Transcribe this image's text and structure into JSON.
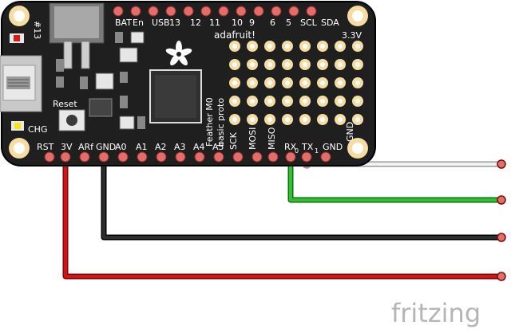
{
  "board": {
    "name_line1": "Feather M0",
    "name_line2": "basic proto",
    "brand": "adafruit!",
    "reset_label": "Reset",
    "chg_label": "CHG",
    "led_label": "#13",
    "top_pins": [
      "BAT",
      "En",
      "USB",
      "13",
      "12",
      "11",
      "10",
      "9",
      "6",
      "5",
      "SCL",
      "SDA"
    ],
    "right_label": "3.3V",
    "gnd_label": "GND",
    "bottom_pins": [
      "RST",
      "3V",
      "ARf",
      "GND",
      "A0",
      "A1",
      "A2",
      "A3",
      "A4",
      "A5",
      "SCK",
      "MOSI",
      "MISO",
      "RX",
      "TX",
      "GND"
    ],
    "bottom_pin_extra": "0",
    "bottom_pin_extra2": "1"
  },
  "wires": [
    {
      "name": "white-wire",
      "color": "#d8d8d8"
    },
    {
      "name": "green-wire",
      "color": "#22aa22"
    },
    {
      "name": "black-wire",
      "color": "#1a1a1a"
    },
    {
      "name": "red-wire",
      "color": "#cc1111"
    }
  ],
  "colors": {
    "board": "#1f1f1f",
    "pad": "#e36d6a",
    "proto_hole": "#f4dca2",
    "red_wire": "#cc1111",
    "black_wire": "#1a1a1a",
    "green_wire": "#22aa22",
    "white_wire": "#dddddd"
  },
  "watermark": "fritzing"
}
